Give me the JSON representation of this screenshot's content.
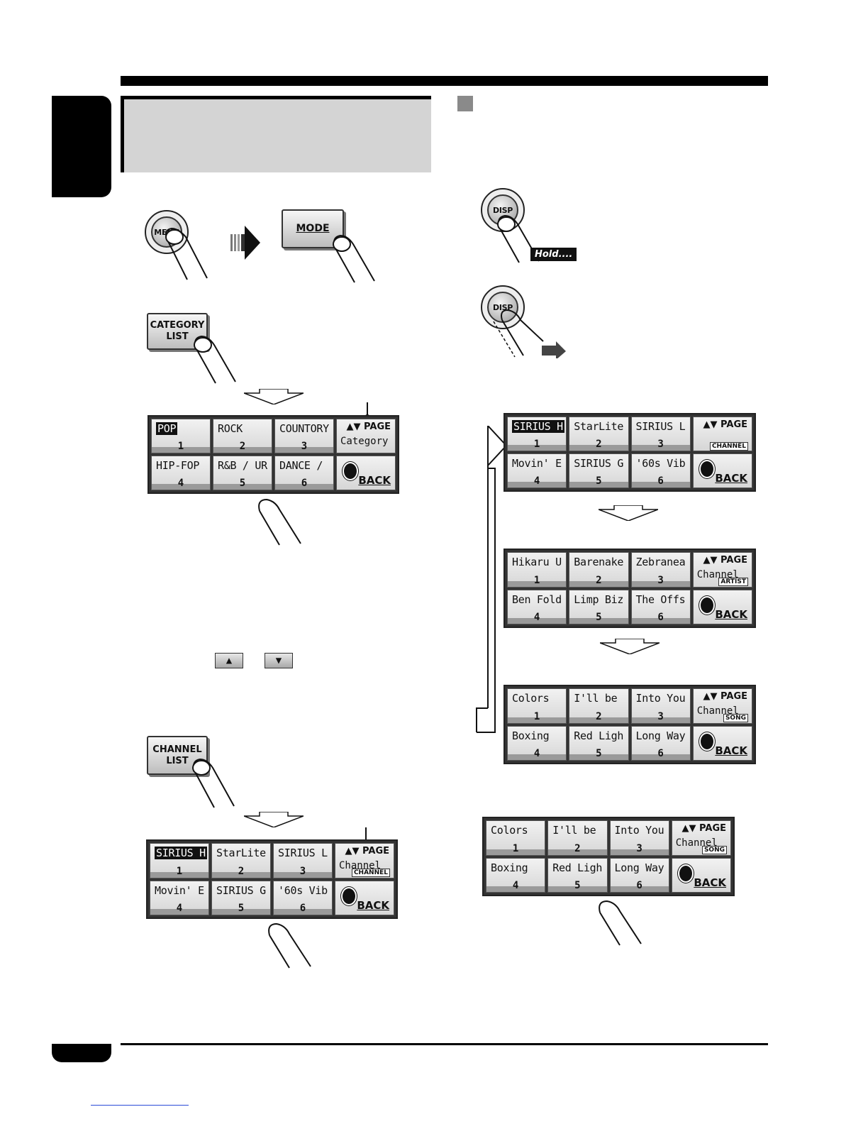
{
  "buttons": {
    "menu": "MENU",
    "mode": "MODE",
    "category_list": [
      "CATEGORY",
      "LIST"
    ],
    "channel_list": [
      "CHANNEL",
      "LIST"
    ],
    "disp": "DISP",
    "hold": "Hold...."
  },
  "controls": {
    "page": "PAGE",
    "back": "BACK"
  },
  "panels": [
    {
      "cells": [
        {
          "label": "POP",
          "num": "1",
          "selected": true
        },
        {
          "label": "ROCK",
          "num": "2"
        },
        {
          "label": "COUNTORY",
          "num": "3"
        },
        {
          "label": "HIP-FOP",
          "num": "4"
        },
        {
          "label": "R&B / UR",
          "num": "5"
        },
        {
          "label": "DANCE /",
          "num": "6"
        }
      ],
      "mode": "Category",
      "tag": ""
    },
    {
      "cells": [
        {
          "label": "SIRIUS H",
          "num": "1",
          "selected": true
        },
        {
          "label": "StarLite",
          "num": "2"
        },
        {
          "label": "SIRIUS L",
          "num": "3"
        },
        {
          "label": "Movin' E",
          "num": "4"
        },
        {
          "label": "SIRIUS G",
          "num": "5"
        },
        {
          "label": "'60s Vib",
          "num": "6"
        }
      ],
      "mode": "Channel",
      "tag": "CHANNEL"
    },
    {
      "cells": [
        {
          "label": "SIRIUS H",
          "num": "1",
          "selected": true
        },
        {
          "label": "StarLite",
          "num": "2"
        },
        {
          "label": "SIRIUS L",
          "num": "3"
        },
        {
          "label": "Movin' E",
          "num": "4"
        },
        {
          "label": "SIRIUS G",
          "num": "5"
        },
        {
          "label": "'60s Vib",
          "num": "6"
        }
      ],
      "mode": "",
      "tag": "CHANNEL"
    },
    {
      "cells": [
        {
          "label": "Hikaru U",
          "num": "1"
        },
        {
          "label": "Barenake",
          "num": "2"
        },
        {
          "label": "Zebranea",
          "num": "3"
        },
        {
          "label": "Ben Fold",
          "num": "4"
        },
        {
          "label": "Limp Biz",
          "num": "5"
        },
        {
          "label": "The Offs",
          "num": "6"
        }
      ],
      "mode": "Channel",
      "tag": "ARTIST"
    },
    {
      "cells": [
        {
          "label": "Colors",
          "num": "1"
        },
        {
          "label": "I'll be",
          "num": "2"
        },
        {
          "label": "Into You",
          "num": "3"
        },
        {
          "label": "Boxing",
          "num": "4"
        },
        {
          "label": "Red Ligh",
          "num": "5"
        },
        {
          "label": "Long Way",
          "num": "6"
        }
      ],
      "mode": "Channel",
      "tag": "SONG"
    },
    {
      "cells": [
        {
          "label": "Colors",
          "num": "1"
        },
        {
          "label": "I'll be",
          "num": "2"
        },
        {
          "label": "Into You",
          "num": "3"
        },
        {
          "label": "Boxing",
          "num": "4"
        },
        {
          "label": "Red Ligh",
          "num": "5"
        },
        {
          "label": "Long Way",
          "num": "6"
        }
      ],
      "mode": "Channel",
      "tag": "SONG"
    }
  ],
  "page_buttons": {
    "up": "▲",
    "down": "▼"
  }
}
